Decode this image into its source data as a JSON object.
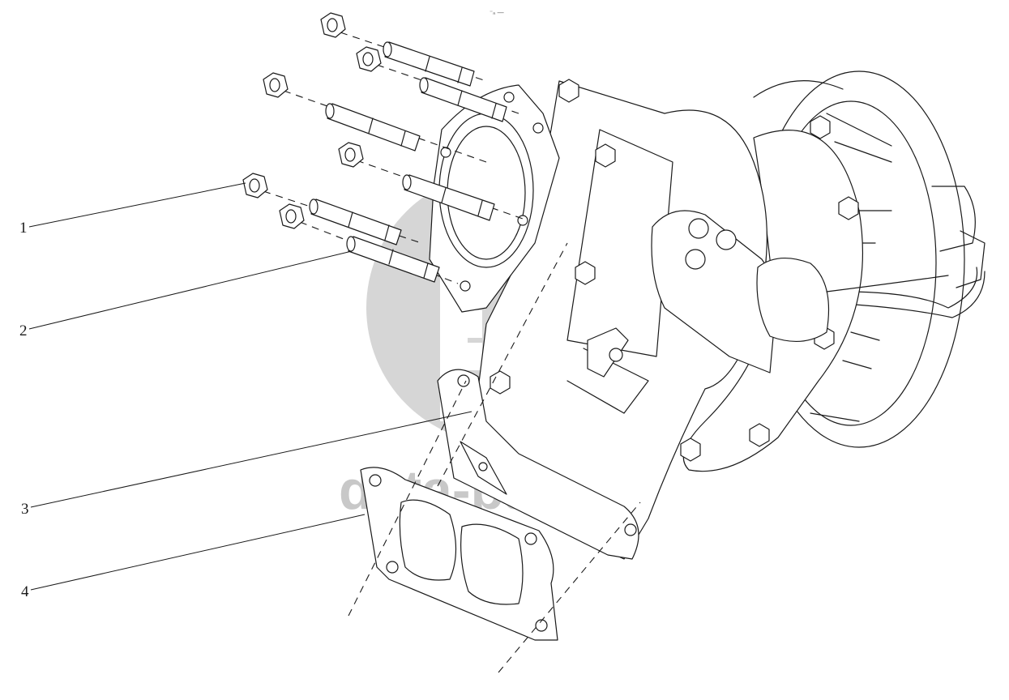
{
  "diagram": {
    "callouts": [
      {
        "id": "1",
        "label": "1"
      },
      {
        "id": "2",
        "label": "2"
      },
      {
        "id": "3",
        "label": "3"
      },
      {
        "id": "4",
        "label": "4"
      }
    ],
    "watermark": {
      "text": "data-parts",
      "color": "#c8c8c8"
    },
    "corner_mark": "⁻ₙ —"
  }
}
